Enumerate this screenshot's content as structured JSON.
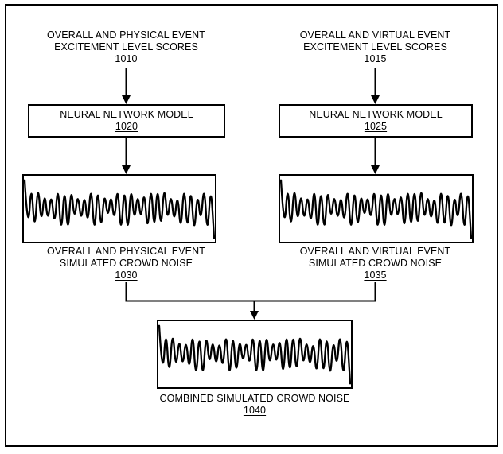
{
  "figure": {
    "colors": {
      "ink": "#000000",
      "background": "#ffffff"
    },
    "inputs": [
      {
        "id": "physical-scores",
        "lines": [
          "OVERALL AND PHYSICAL EVENT",
          "EXCITEMENT LEVEL SCORES"
        ],
        "ref": "1010"
      },
      {
        "id": "virtual-scores",
        "lines": [
          "OVERALL AND VIRTUAL EVENT",
          "EXCITEMENT LEVEL SCORES"
        ],
        "ref": "1015"
      }
    ],
    "models": [
      {
        "id": "nn-left",
        "label": "NEURAL NETWORK MODEL",
        "ref": "1020"
      },
      {
        "id": "nn-right",
        "label": "NEURAL NETWORK MODEL",
        "ref": "1025"
      }
    ],
    "outputs": [
      {
        "id": "physical-noise",
        "lines": [
          "OVERALL AND PHYSICAL EVENT",
          "SIMULATED CROWD NOISE"
        ],
        "ref": "1030"
      },
      {
        "id": "virtual-noise",
        "lines": [
          "OVERALL AND VIRTUAL EVENT",
          "SIMULATED CROWD NOISE"
        ],
        "ref": "1035"
      }
    ],
    "combined": {
      "id": "combined-noise",
      "label": "COMBINED SIMULATED CROWD NOISE",
      "ref": "1040"
    },
    "waveform": {
      "name": "crowd-noise-waveform",
      "envelope": [
        0.97,
        0.9,
        1,
        0.88,
        0.95,
        0.62,
        0.5,
        0.56,
        0.45,
        0.7,
        0.95,
        1,
        0.9,
        0.98,
        0.8,
        0.5,
        0.42,
        0.55,
        0.4,
        0.66,
        0.95,
        1,
        0.9,
        0.85,
        0.5,
        0.44,
        0.38,
        0.56,
        0.9,
        1,
        0.94,
        1,
        0.88,
        0.55,
        0.42,
        0.5,
        0.62,
        0.92,
        1,
        0.9,
        0.97,
        0.85,
        0.92,
        0.56,
        0.45,
        0.58,
        0.42,
        0.88,
        1,
        0.92,
        0.88,
        0.97,
        0.5,
        0.58,
        0.92,
        1,
        0.88,
        0.96
      ]
    }
  }
}
